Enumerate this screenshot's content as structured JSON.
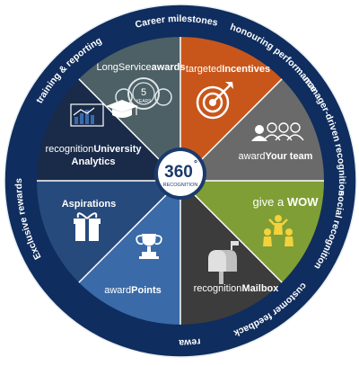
{
  "center": {
    "number": "360",
    "degree": "°",
    "label": "RECOGNITION"
  },
  "ring_labels": [
    "Career milestones",
    "honouring performance",
    "manager-driven recognition",
    "social recognition",
    "customer feedback",
    "reward points",
    "Exclusive rewards",
    "training & reporting"
  ],
  "segments": [
    {
      "light": "LongService",
      "bold": "awards",
      "color": "#4d6066",
      "icon": "five-years-medal-icon",
      "icon_text": "5",
      "icon_subtext": "YEARS"
    },
    {
      "light": "targeted",
      "bold": "Incentives",
      "color": "#c8561b",
      "icon": "target-icon"
    },
    {
      "light": "award",
      "bold": "Your team",
      "color": "#6a6a6a",
      "icon": "team-group-icon"
    },
    {
      "light": "give a ",
      "bold": "WOW",
      "color": "#7f9e35",
      "icon": "people-celebrating-icon"
    },
    {
      "light": "recognition",
      "bold": "Mailbox",
      "color": "#3c3c3c",
      "icon": "mailbox-icon"
    },
    {
      "light": "award",
      "bold": "Points",
      "color": "#3a6aa8",
      "icon": "trophy-icon"
    },
    {
      "light": "",
      "bold": "Aspirations",
      "color": "#274a7c",
      "icon": "gift-icon"
    },
    {
      "light": "recognition",
      "bold": "University",
      "line2": "Analytics",
      "color": "#1a2b4a",
      "icon": "graduation-analytics-icon"
    }
  ],
  "colors": {
    "ring": "#0f2d5e",
    "ring_text": "#ffffff",
    "center_ring": "#1a3a6c",
    "center_fill": "#ffffff"
  }
}
